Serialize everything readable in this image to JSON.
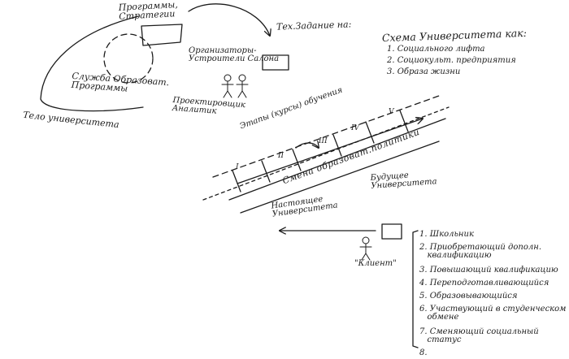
{
  "labels": {
    "programs": "Программы,\nСтратегии",
    "service": "Служба Образоват.\nПрограммы",
    "body": "Тело университета",
    "organizers": "Организаторы-\nУстроители Салона",
    "designer": "Проектировщик\nАналитик",
    "task": "Тех.Задание на:",
    "stages": "Этапы (курсы) обучения",
    "change": "Смена образоват.политики",
    "present": "Настоящее\nУниверситета",
    "future": "Будущее\nУниверситета",
    "client": "\"Клиент\""
  },
  "scheme": {
    "title": "Схема Университета как:",
    "items": [
      "1. Социального лифта",
      "2. Социокульт. предприятия",
      "3. Образа жизни"
    ]
  },
  "roman": [
    "I",
    "II",
    "III",
    "IV",
    "V"
  ],
  "client_list": [
    "1. Школьник",
    "2. Приобретающий дополн.\n   квалификацию",
    "3. Повышающий квалификацию",
    "4. Переподготавливающийся",
    "5. Образовывающийся",
    "6. Участвующий в студенческом\n   обмене",
    "7. Сменяющий социальный\n   статус",
    "8."
  ],
  "icons": {
    "people": "stick-figure-icon",
    "arrow": "arrow-icon"
  }
}
